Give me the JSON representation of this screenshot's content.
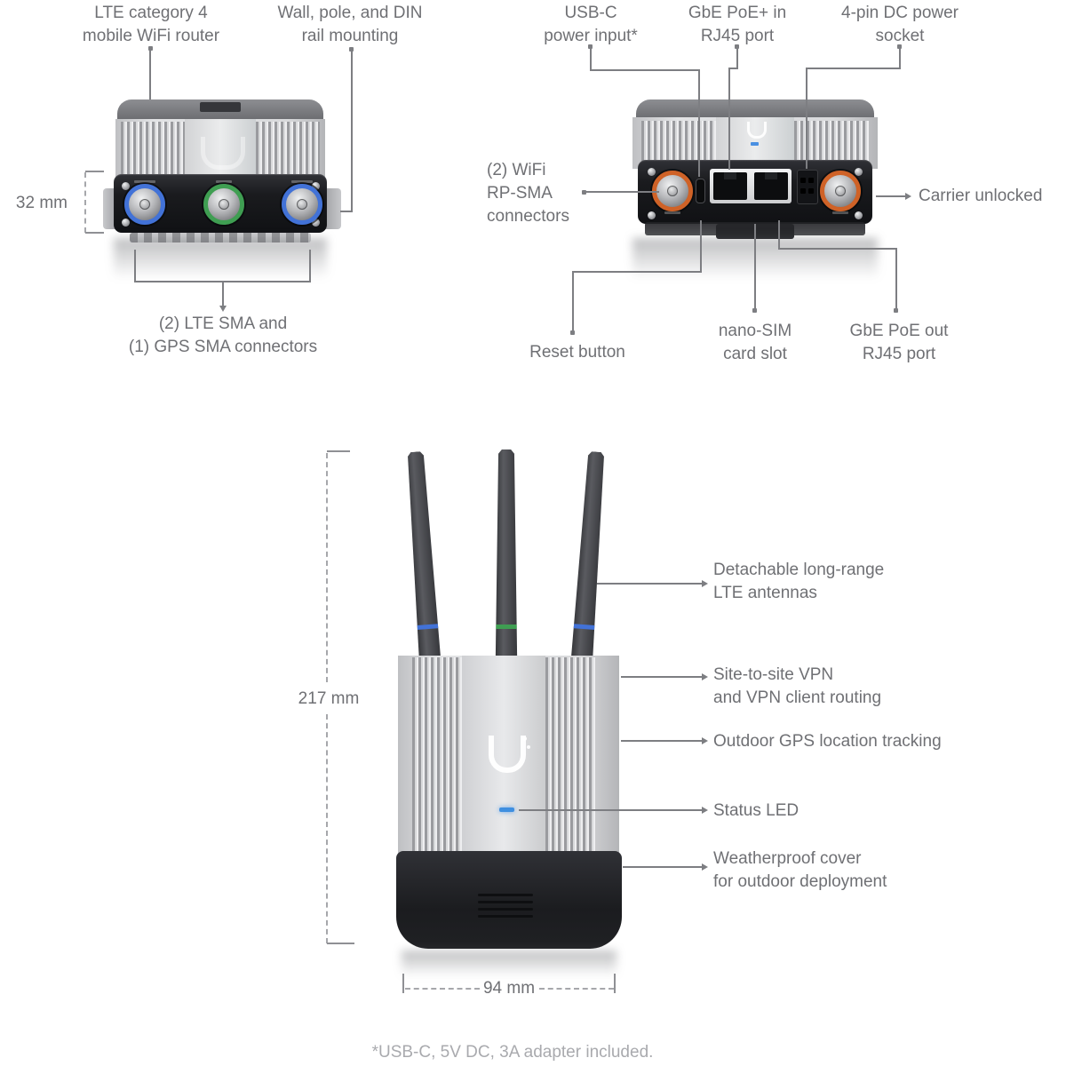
{
  "front": {
    "router_label": "LTE category 4\nmobile WiFi router",
    "mounting_label": "Wall, pole, and DIN\nrail mounting",
    "height_dim": "32 mm",
    "sma_label": "(2) LTE SMA and\n(1) GPS SMA connectors"
  },
  "back": {
    "usbc_label": "USB-C\npower input*",
    "poe_in_label": "GbE PoE+ in\nRJ45 port",
    "dc_label": "4-pin DC power\nsocket",
    "wifi_label": "(2) WiFi\nRP-SMA\nconnectors",
    "carrier_label": "Carrier unlocked",
    "reset_label": "Reset button",
    "sim_label": "nano-SIM\ncard slot",
    "poe_out_label": "GbE PoE out\nRJ45 port"
  },
  "side": {
    "antenna_label": "Detachable long-range\nLTE antennas",
    "vpn_label": "Site-to-site VPN\nand VPN client routing",
    "gps_label": "Outdoor GPS location tracking",
    "led_label": "Status LED",
    "cover_label": "Weatherproof cover\nfor outdoor deployment",
    "height_dim": "217 mm",
    "width_dim": "94 mm"
  },
  "footnote": "*USB-C, 5V DC, 3A adapter included.",
  "colors": {
    "label_text": "#6f7074",
    "leader_line": "#7d7e82",
    "dimension_line": "#a6a7ab",
    "lte_sma_ring_blue": "#4272d7",
    "gps_sma_ring_green": "#3f9e52",
    "wifi_sma_ring_orange": "#cf6227",
    "status_led_blue": "#3f8fe0",
    "antenna_band_blue": "#4272d7",
    "antenna_band_green": "#3f9e52"
  }
}
